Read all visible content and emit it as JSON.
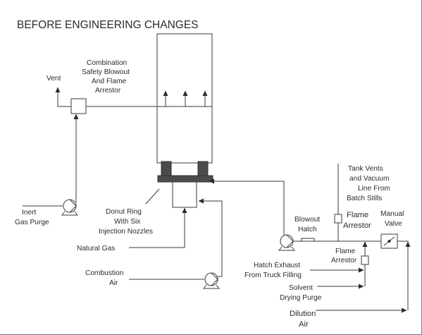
{
  "title": "BEFORE ENGINEERING CHANGES",
  "labels": {
    "combination_arrestor": [
      "Combination",
      "Safety Blowout",
      "And Flame",
      "Arrestor"
    ],
    "vent": "Vent",
    "inert_gas_purge": [
      "Inert",
      "Gas Purge"
    ],
    "donut_ring": [
      "Donut Ring",
      "With Six",
      "Injection Nozzles"
    ],
    "natural_gas": "Natural Gas",
    "combustion_air": [
      "Combustion",
      "Air"
    ],
    "tank_vents": [
      "Tank Vents",
      "and Vacuum",
      "Line From",
      "Batch Stills"
    ],
    "blowout_hatch": [
      "Blowout",
      "Hatch"
    ],
    "flame_arrestor_upper": [
      "Flame",
      "Arrestor"
    ],
    "manual_valve": [
      "Manual",
      "Valve"
    ],
    "flame_arrestor_lower": [
      "Flame",
      "Arrestor"
    ],
    "hatch_exhaust": [
      "Hatch Exhaust",
      "From Truck Filling"
    ],
    "solvent_purge": [
      "Solvent",
      "Drying Purge"
    ],
    "dilution_air": [
      "Dilution",
      "Air"
    ]
  },
  "icons": [
    "pump-icon",
    "flame-arrestor-icon",
    "manual-valve-icon",
    "arrow-icon"
  ]
}
